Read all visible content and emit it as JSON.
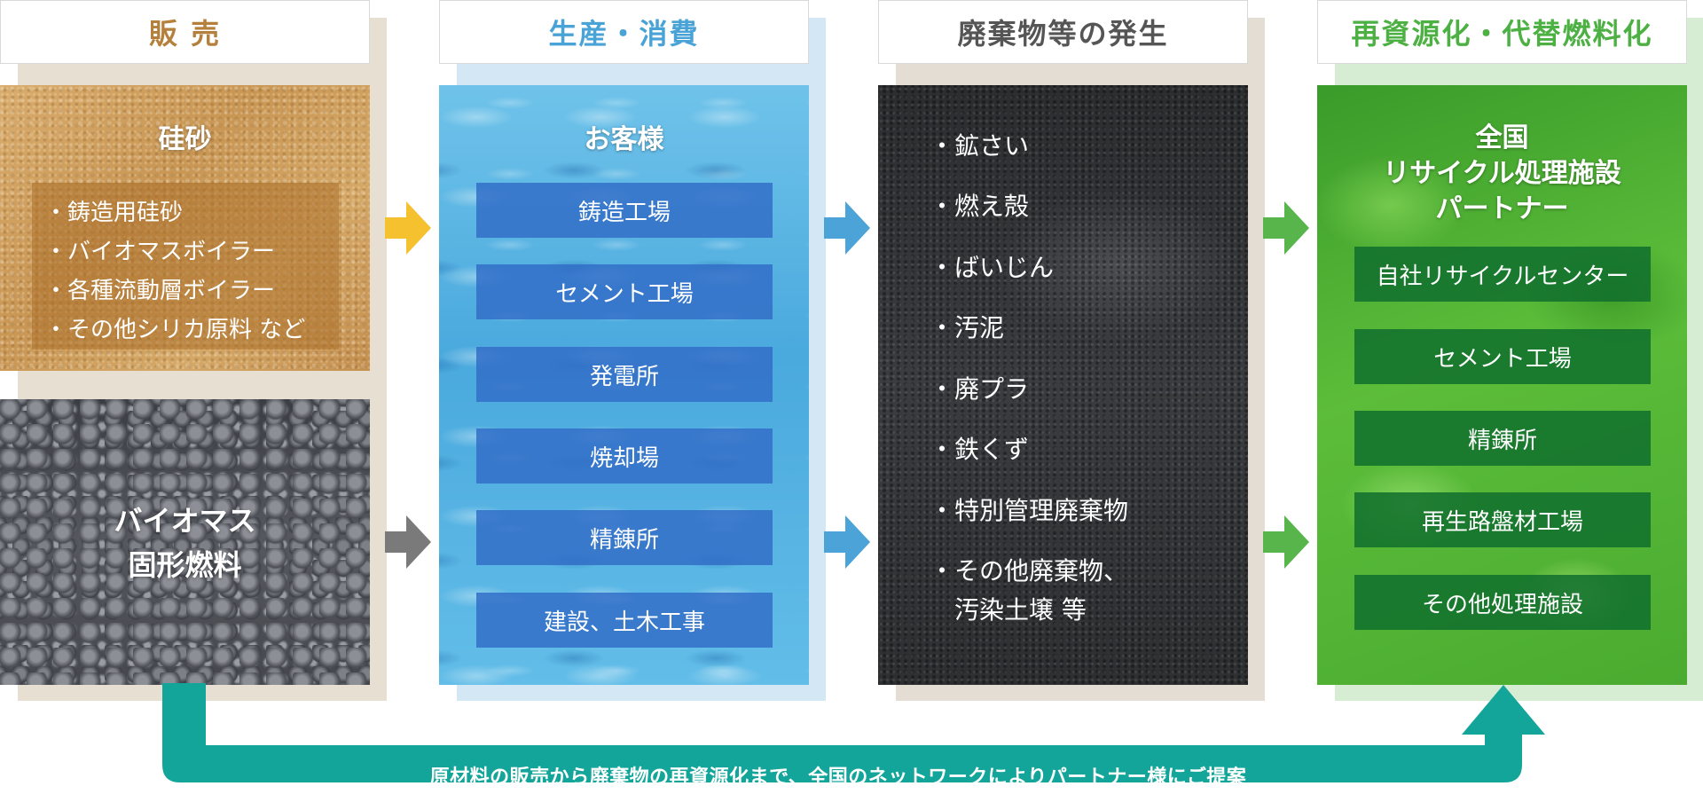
{
  "headers": {
    "sales": "販 売",
    "production": "生産・消費",
    "waste": "廃棄物等の発生",
    "recycle": "再資源化・代替燃料化"
  },
  "sales": {
    "silica": {
      "title": "硅砂",
      "items": [
        "・鋳造用硅砂",
        "・バイオマスボイラー",
        "・各種流動層ボイラー",
        "・その他シリカ原料 など"
      ]
    },
    "biomass": {
      "title_line1": "バイオマス",
      "title_line2": "固形燃料"
    }
  },
  "production": {
    "title": "お客様",
    "items": [
      "鋳造工場",
      "セメント工場",
      "発電所",
      "焼却場",
      "精錬所",
      "建設、土木工事"
    ]
  },
  "waste": {
    "items": [
      "・鉱さい",
      "・燃え殻",
      "・ばいじん",
      "・汚泥",
      "・廃プラ",
      "・鉄くず",
      "・特別管理廃棄物",
      "・その他廃棄物、",
      "　汚染土壌 等"
    ]
  },
  "recycle": {
    "title_line1": "全国",
    "title_line2": "リサイクル処理施設",
    "title_line3": "パートナー",
    "items": [
      "自社リサイクルセンター",
      "セメント工場",
      "精錬所",
      "再生路盤材工場",
      "その他処理施設"
    ]
  },
  "banner": "原材料の販売から廃棄物の再資源化まで、全国のネットワークによりパートナー様にご提案",
  "colors": {
    "sales_header": "#b5803c",
    "production_header": "#4aa3d6",
    "waste_header": "#555555",
    "recycle_header": "#4cb043",
    "arrow_yellow": "#f5c12e",
    "arrow_gray": "#7a7a7a",
    "arrow_blue": "#4ba3d8",
    "arrow_green": "#58b54c",
    "banner_teal": "#13a59a"
  }
}
